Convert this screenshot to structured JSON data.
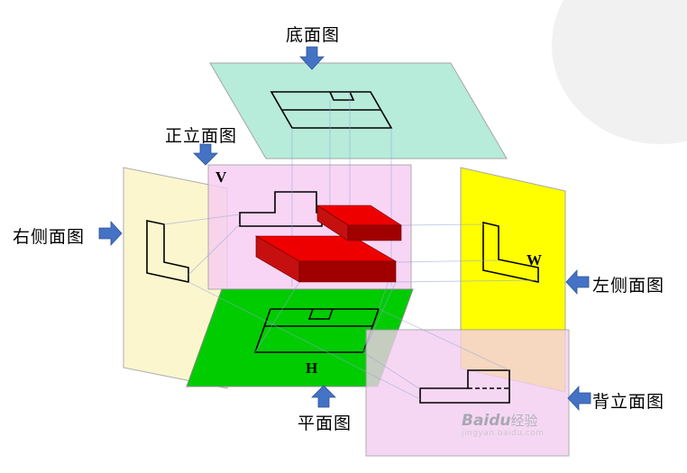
{
  "diagram": {
    "labels": {
      "bottom_view": "底面图",
      "front_elevation": "正立面图",
      "right_side_view": "右侧面图",
      "left_side_view": "左侧面图",
      "plan_view": "平面图",
      "back_elevation": "背立面图"
    },
    "plane_letters": {
      "front": "V",
      "left": "W",
      "horizontal": "H"
    },
    "colors": {
      "top_plane": "#aee9d5",
      "front_plane": "#f7cdf3",
      "left_plane": "#fcf6cd",
      "right_plane": "#ffff00",
      "horizontal_plane": "#00cc00",
      "back_plane": "#f5cef1",
      "object_top": "#ee0000",
      "object_mid": "#c61010",
      "object_front": "#a00000",
      "arrow": "#4472c4",
      "projection_line": "#93a4d8",
      "outline": "#000000"
    },
    "watermark": {
      "brand": "Baidu",
      "suffix": "经验",
      "url": "jingyan.baidu.com"
    }
  }
}
